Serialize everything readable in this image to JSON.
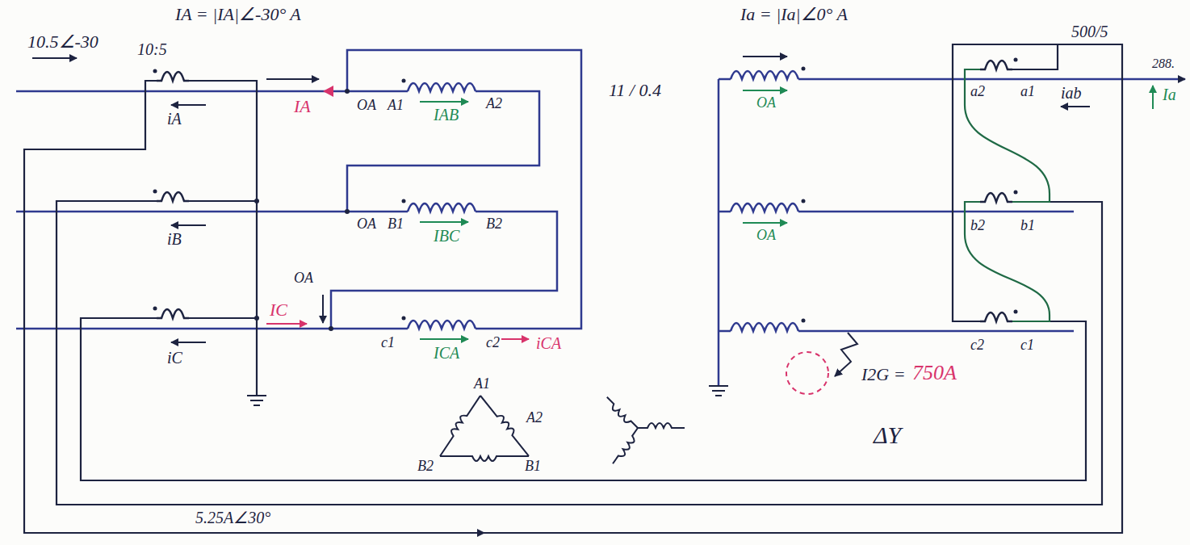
{
  "diagram": {
    "labels": [
      "10.5∠-30",
      "10:5",
      "IA = |IA|∠-30° A",
      "11 / 0.4",
      "Ia = |Ia|∠0° A",
      "500/5",
      "288.",
      "IA",
      "iA",
      "A1",
      "A2",
      "OA",
      "IAB",
      "iB",
      "OA",
      "B1",
      "IBC",
      "B2",
      "IC",
      "OA",
      "c1",
      "ICA",
      "c2",
      "iCA",
      "iC",
      "OA",
      "OA",
      "a2",
      "a1",
      "iab",
      "Ia",
      "b2",
      "b1",
      "c2",
      "c1",
      "I2G =",
      "750A",
      "A1",
      "A2",
      "B2",
      "B1",
      "ΔY",
      "5.25A∠30°"
    ]
  }
}
